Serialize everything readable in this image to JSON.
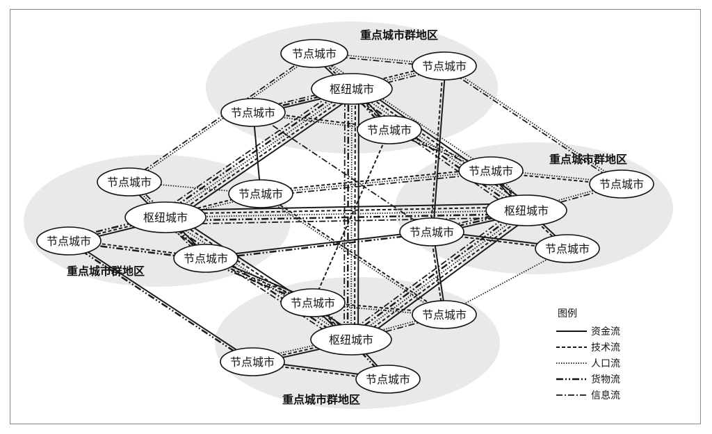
{
  "diagram": {
    "region_label": "重点城市群地区",
    "hub_label": "枢纽城市",
    "node_label": "节点城市",
    "legend": {
      "title": "图例",
      "items": [
        {
          "id": "capital",
          "label": "资金流",
          "style": "solid"
        },
        {
          "id": "tech",
          "label": "技术流",
          "style": "dashed"
        },
        {
          "id": "people",
          "label": "人口流",
          "style": "dotted"
        },
        {
          "id": "goods",
          "label": "货物流",
          "style": "dash-dot-dot"
        },
        {
          "id": "info",
          "label": "信息流",
          "style": "dash-dot"
        }
      ]
    }
  }
}
